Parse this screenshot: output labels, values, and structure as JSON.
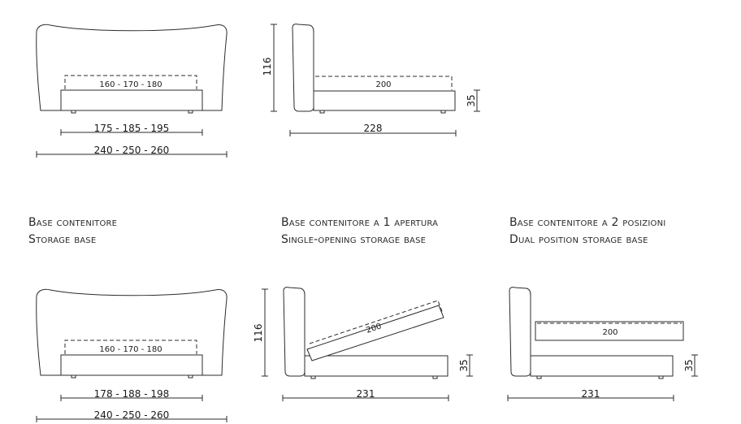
{
  "captions": {
    "storage": {
      "it": "Base contenitore",
      "en": "Storage base"
    },
    "single": {
      "it": "Base contenitore a 1 apertura",
      "en": "Single-opening storage base"
    },
    "dual": {
      "it": "Base contenitore a 2 posizioni",
      "en": "Dual position storage base"
    }
  },
  "top_front": {
    "mattress": "160 - 170 - 180",
    "base_width": "175 - 185 - 195",
    "total_width": "240 - 250 - 260"
  },
  "top_side": {
    "height": "116",
    "mattress_length": "200",
    "base_height": "35",
    "total_length": "228"
  },
  "bottom_front": {
    "mattress": "160 - 170 - 180",
    "base_width": "178 - 188 - 198",
    "total_width": "240 - 250 - 260"
  },
  "bottom_single": {
    "height": "116",
    "mattress_length": "200",
    "base_height": "35",
    "total_length": "231"
  },
  "bottom_dual": {
    "mattress_length": "200",
    "base_height": "35",
    "total_length": "231"
  }
}
